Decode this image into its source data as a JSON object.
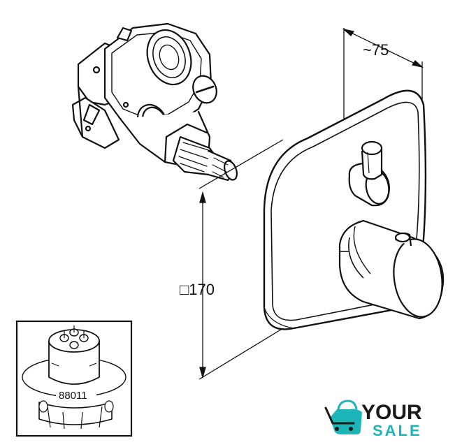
{
  "dimensions": {
    "depth_label": "~75",
    "size_label": "□170"
  },
  "inset": {
    "part_number": "88011"
  },
  "logo": {
    "word_top": "YOUR",
    "word_bottom": "SALE",
    "accent_color": "#1cb5b8",
    "text_color": "#1a1a1a"
  }
}
